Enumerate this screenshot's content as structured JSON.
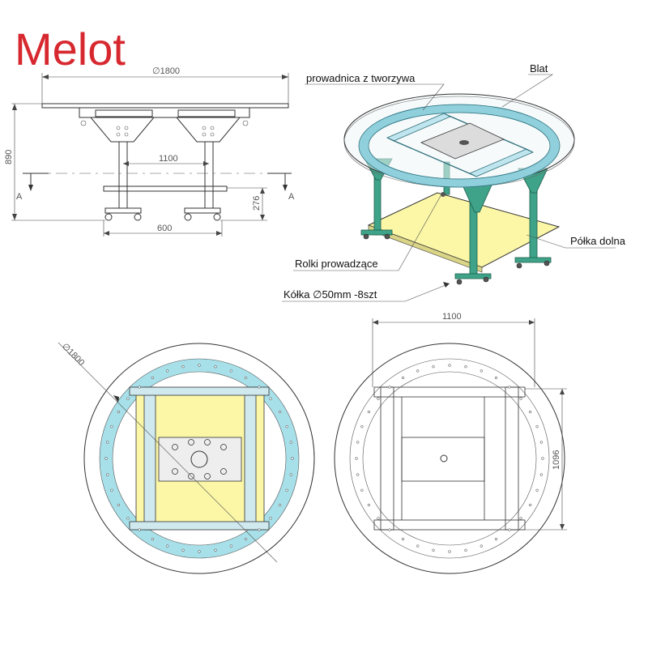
{
  "brand": {
    "logo_text": "Melot",
    "color": "#d7282f"
  },
  "colors": {
    "ring": "#a8e0ea",
    "shelf": "#fbf7a6",
    "frame": "#3ea388",
    "steel": "#555555"
  },
  "front_view": {
    "dim_diameter": "∅1800",
    "dim_height": "890",
    "dim_leg_span": "1100",
    "dim_shelf_height": "276",
    "dim_base_width": "600",
    "section_left": "A",
    "section_right": "A"
  },
  "iso_view": {
    "label_guide": "prowadnica z tworzywa",
    "label_top": "Blat",
    "label_shelf": "Półka dolna",
    "label_rollers": "Rolki prowadzące",
    "label_casters": "Kółka ∅50mm -8szt"
  },
  "top_view": {
    "dim_diameter": "∅1800"
  },
  "bottom_view": {
    "dim_width": "1100",
    "dim_depth": "1096"
  }
}
